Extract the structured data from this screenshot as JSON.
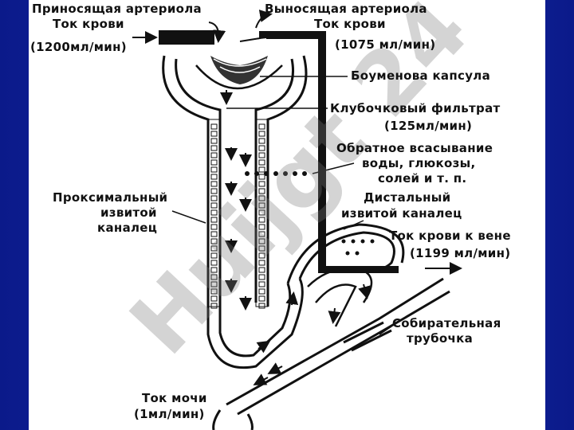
{
  "diagram": {
    "afferent": {
      "name": "Приносящая артериола",
      "flow_title": "Ток крови",
      "flow_value": "(1200мл/мин)"
    },
    "efferent": {
      "name": "Выносящая артериола",
      "flow_title": "Ток крови",
      "flow_value": "(1075 мл/мин)"
    },
    "bowman": "Боуменова капсула",
    "filtrate": {
      "name": "Клубочковый фильтрат",
      "value": "(125мл/мин)"
    },
    "reabsorption": {
      "line1": "Обратное всасывание",
      "line2": "воды, глюкозы,",
      "line3": "солей и т. п."
    },
    "proximal": {
      "line1": "Проксимальный",
      "line2": "извитой",
      "line3": "каналец"
    },
    "distal": {
      "line1": "Дистальный",
      "line2": "извитой каналец"
    },
    "vein": {
      "title": "Ток крови к вене",
      "value": "(1199 мл/мин)"
    },
    "collecting": {
      "line1": "Собирательная",
      "line2": "трубочка"
    },
    "urine": {
      "title": "Ток мочи",
      "value": "(1мл/мин)"
    }
  },
  "watermark": "Huijgt 24"
}
